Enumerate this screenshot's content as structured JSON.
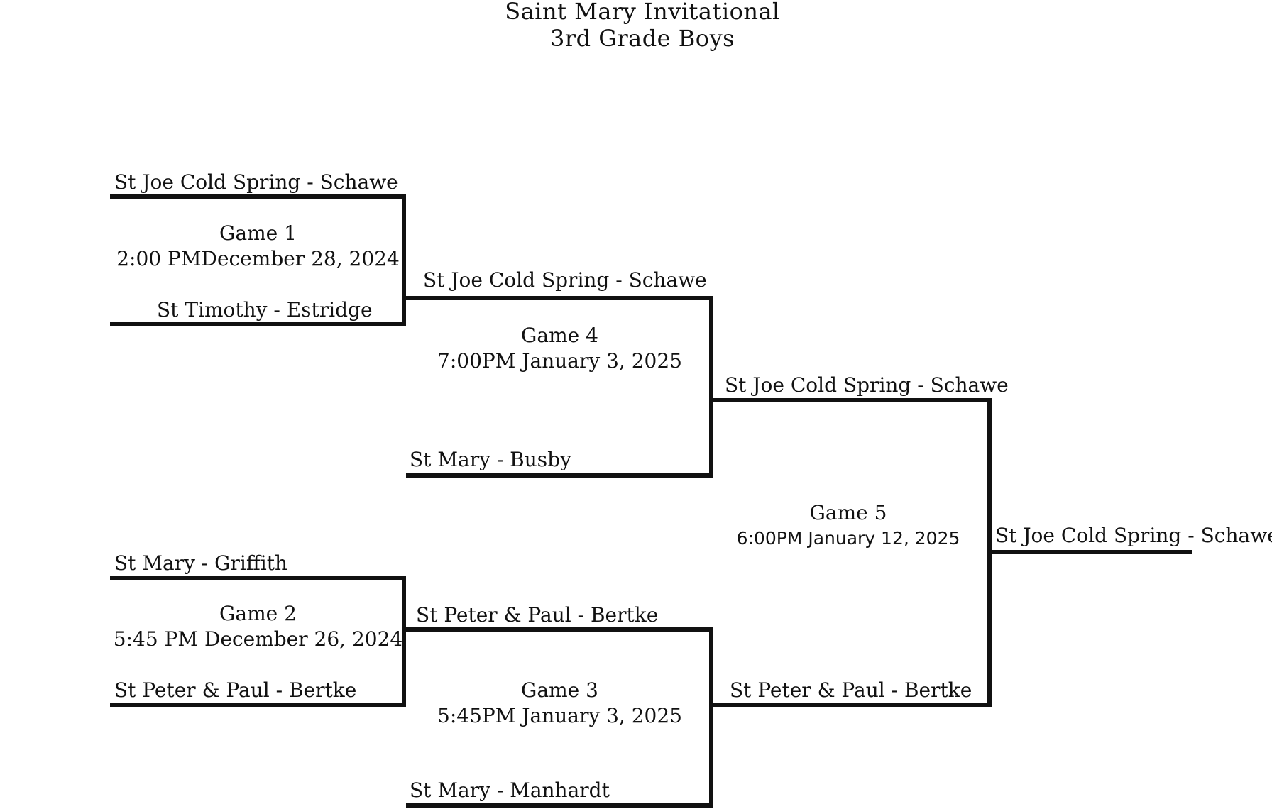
{
  "header": {
    "title": "Saint Mary Invitational",
    "subtitle": "3rd Grade Boys"
  },
  "round1": {
    "game1": {
      "top_team": "St Joe Cold Spring - Schawe",
      "bottom_team": "St Timothy - Estridge",
      "label": "Game 1",
      "time": "2:00 PMDecember 28, 2024"
    },
    "game2": {
      "top_team": "St Mary - Griffith",
      "bottom_team": "St Peter & Paul - Bertke",
      "label": "Game 2",
      "time": "5:45 PM December 26, 2024"
    }
  },
  "round2": {
    "game4": {
      "top_team": "St Joe Cold Spring - Schawe",
      "bottom_team": "St Mary - Busby",
      "label": "Game 4",
      "time": "7:00PM January 3, 2025"
    },
    "game3": {
      "top_team": "St Peter & Paul - Bertke",
      "bottom_team": "St Mary - Manhardt",
      "label": "Game 3",
      "time": "5:45PM January 3, 2025"
    }
  },
  "round3": {
    "game5": {
      "top_team": "St Joe Cold Spring - Schawe",
      "bottom_team": "St Peter & Paul - Bertke",
      "label": "Game 5",
      "time": "6:00PM January 12, 2025"
    }
  },
  "champion": {
    "team": "St Joe Cold Spring - Schawe"
  }
}
